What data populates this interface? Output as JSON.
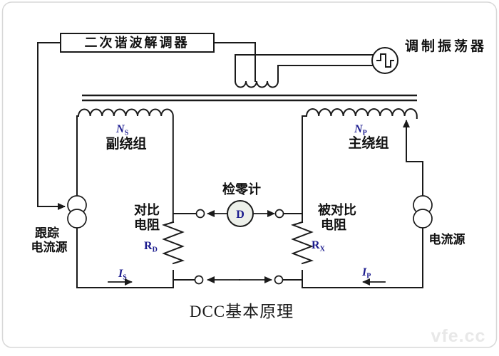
{
  "title": "DCC基本原理",
  "watermark": "vfe.cc",
  "demodulator": {
    "label": "二次谐波解调器"
  },
  "oscillator": {
    "label": "调制振荡器"
  },
  "detector": {
    "label": "检零计",
    "symbol": "D"
  },
  "secondary": {
    "turns_main": "N",
    "turns_sub": "S",
    "winding_label": "副绕组"
  },
  "primary": {
    "turns_main": "N",
    "turns_sub": "P",
    "winding_label": "主绕组"
  },
  "tracking_source": {
    "line1": "跟踪",
    "line2": "电流源"
  },
  "source": {
    "label": "电流源"
  },
  "ref_resistor": {
    "name_line1": "对比",
    "name_line2": "电阻",
    "symbol_main": "R",
    "symbol_sub": "D"
  },
  "test_resistor": {
    "name_line1": "被对比",
    "name_line2": "电阻",
    "symbol_main": "R",
    "symbol_sub": "X"
  },
  "current_secondary": {
    "main": "I",
    "sub": "S"
  },
  "current_primary": {
    "main": "I",
    "sub": "P"
  },
  "colors": {
    "line": "#1a1a1a",
    "variable_text": "#1b1b8e",
    "label_text": "#111111",
    "detector_fill": "#edf0ea",
    "frame_border": "#d8d8d8",
    "watermark": "#e8e8e8",
    "background": "#ffffff"
  }
}
